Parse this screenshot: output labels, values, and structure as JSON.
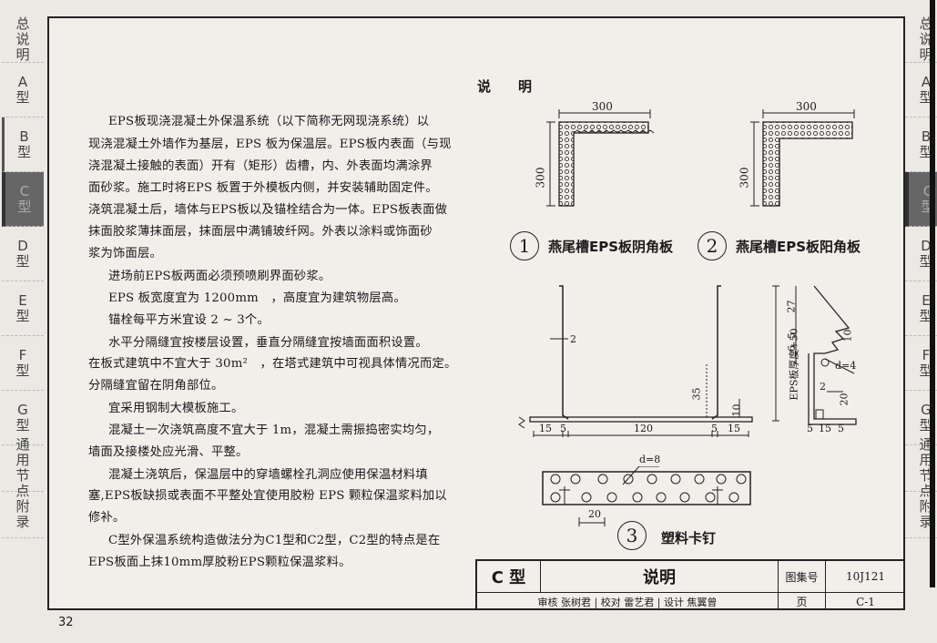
{
  "left_tabs": [
    "总说明",
    "A型",
    "B型",
    "C型",
    "D型",
    "E型",
    "F型",
    "G型",
    "通用节点",
    "附录"
  ],
  "right_tabs": [
    "总说明",
    "A型",
    "B型",
    "C型",
    "D型",
    "E型",
    "F型",
    "G型",
    "通用节点",
    "附录"
  ],
  "header": {
    "title": "说　　明"
  },
  "body": {
    "p1": [
      "EPS板现浇混凝土外保温系统（以下简称无网现浇系统）以",
      "现浇混凝土外墙作为基层，EPS 板为保温层。EPS板内表面（与现",
      "浇混凝土接触的表面）开有（矩形）齿槽，内、外表面均满涂界",
      "面砂浆。施工时将EPS 板置于外模板内侧，并安装辅助固定件。",
      "浇筑混凝土后，墙体与EPS板以及锚栓结合为一体。EPS板表面做",
      "抹面胶浆薄抹面层，抹面层中满铺玻纤网。外表以涂料或饰面砂",
      "浆为饰面层。"
    ],
    "p2": "进场前EPS板两面必须预喷刷界面砂浆。",
    "p3": "EPS 板宽度宜为 1200mm　，高度宜为建筑物层高。",
    "p4": "锚栓每平方米宜设 2 ~ 3个。",
    "p5": [
      "水平分隔缝宜按楼层设置，垂直分隔缝宜按墙面面积设置。",
      "在板式建筑中不宜大于 30m²　，在塔式建筑中可视具体情况而定。",
      "分隔缝宜留在阴角部位。"
    ],
    "p6": "宜采用钢制大模板施工。",
    "p7": [
      "混凝土一次浇筑高度不宜大于 1m，混凝土需振捣密实均匀，",
      "墙面及接楼处应光滑、平整。"
    ],
    "p8": [
      "混凝土浇筑后，保温层中的穿墙螺栓孔洞应使用保温材料填",
      "塞,EPS板缺损或表面不平整处宜使用胶粉 EPS 颗粒保温浆料加以",
      "修补。"
    ],
    "p9": [
      "C型外保温系统构造做法分为C1型和C2型，C2型的特点是在",
      "EPS板面上抹10mm厚胶粉EPS颗粒保温浆料。"
    ]
  },
  "fig1": {
    "num": "1",
    "caption": "燕尾槽EPS板阴角板",
    "dim_w": "300",
    "dim_h": "300"
  },
  "fig2": {
    "num": "2",
    "caption": "燕尾槽EPS板阳角板",
    "dim_w": "300",
    "dim_h": "300"
  },
  "fig3": {
    "num": "3",
    "caption": "塑料卡钉",
    "d_label": "d=8",
    "dim_20": "20"
  },
  "fig_nail": {
    "d2": "2",
    "d35": "35",
    "d10": "10",
    "d15a": "15",
    "d5a": "5",
    "d120": "120",
    "d5b": "5",
    "d15b": "15"
  },
  "fig_side": {
    "label": "EPS板厚度+50",
    "d27": "27",
    "d5": "5",
    "d6": "6",
    "d10": "10",
    "d4": "d=4",
    "d2": "2",
    "d20": "20",
    "b5a": "5",
    "b15": "15",
    "b5b": "5"
  },
  "titleblock": {
    "type": "C 型",
    "name": "说明",
    "atlas_label": "图集号",
    "atlas_no": "10J121",
    "page_label": "页",
    "page_no": "C-1",
    "sign": "审核 张树君 | 校对 雷艺君 | 设计 焦翼曾"
  },
  "page_number": "32"
}
